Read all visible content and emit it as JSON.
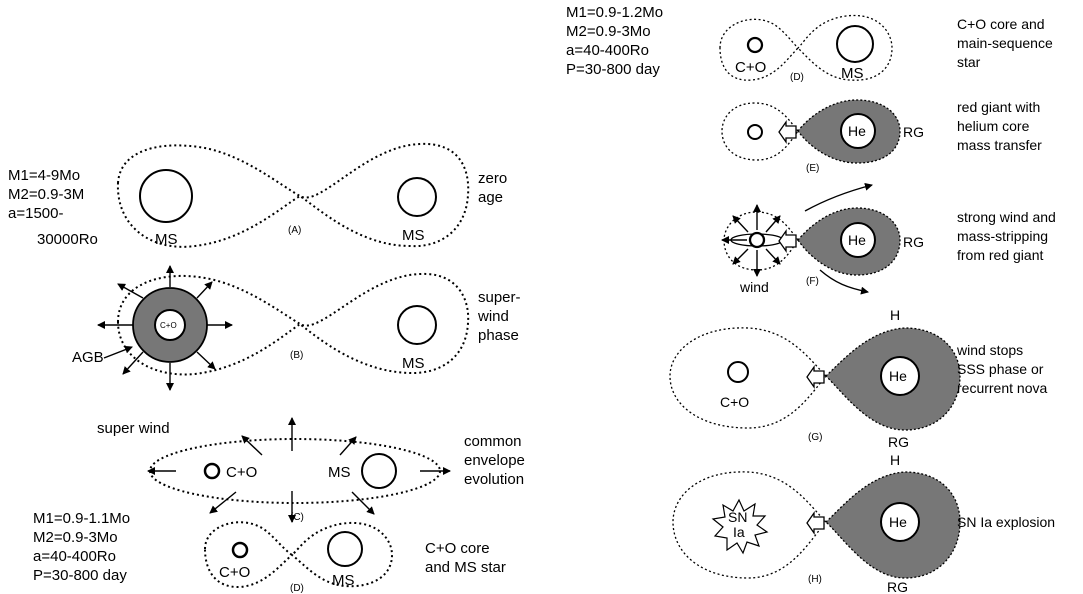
{
  "left_column": {
    "params_a": [
      "M1=4-9Mo",
      "M2=0.9-3M",
      "a=1500-",
      "30000Ro"
    ],
    "panel_a": {
      "star1": "MS",
      "star2": "MS",
      "label": "(A)",
      "stage": [
        "zero",
        "age"
      ]
    },
    "panel_b": {
      "core": "C+O",
      "envelope_label": "AGB",
      "star2": "MS",
      "label": "(B)",
      "wind_label": "super wind",
      "stage": [
        "super-",
        "wind",
        "phase"
      ]
    },
    "panel_c": {
      "star1": "C+O",
      "star2": "MS",
      "label": "(C)",
      "stage": [
        "common",
        "envelope",
        "evolution"
      ]
    },
    "params_d": [
      "M1=0.9-1.1Mo",
      "M2=0.9-3Mo",
      "a=40-400Ro",
      "P=30-800 day"
    ],
    "panel_d": {
      "star1": "C+O",
      "star2": "MS",
      "label": "(D)",
      "stage": [
        "C+O core",
        "and MS star"
      ]
    }
  },
  "right_column": {
    "params_d": [
      "M1=0.9-1.2Mo",
      "M2=0.9-3Mo",
      "a=40-400Ro",
      "P=30-800 day"
    ],
    "panel_d": {
      "star1": "C+O",
      "star2": "MS",
      "label": "(D)",
      "stage": [
        "C+O core and",
        "main-sequence",
        "star"
      ]
    },
    "panel_e": {
      "core": "He",
      "donor": "RG",
      "label": "(E)",
      "stage": [
        "red giant with",
        "helium core",
        "mass transfer"
      ]
    },
    "panel_f": {
      "core": "He",
      "donor": "RG",
      "wind_label": "wind",
      "label": "(F)",
      "stage": [
        "strong wind and",
        "mass-stripping",
        "from red giant"
      ]
    },
    "panel_g": {
      "accretor": "C+O",
      "core": "He",
      "envelope": "H",
      "donor": "RG",
      "label": "(G)",
      "stage": [
        "wind stops",
        "SSS phase or",
        "recurrent nova"
      ]
    },
    "panel_h": {
      "burst": [
        "SN",
        "Ia"
      ],
      "core": "He",
      "envelope": "H",
      "donor": "RG",
      "label": "(H)",
      "stage": [
        "SN Ia explosion"
      ]
    }
  },
  "colors": {
    "ink": "#000000",
    "envelope_fill": "#777777",
    "background": "#ffffff"
  }
}
